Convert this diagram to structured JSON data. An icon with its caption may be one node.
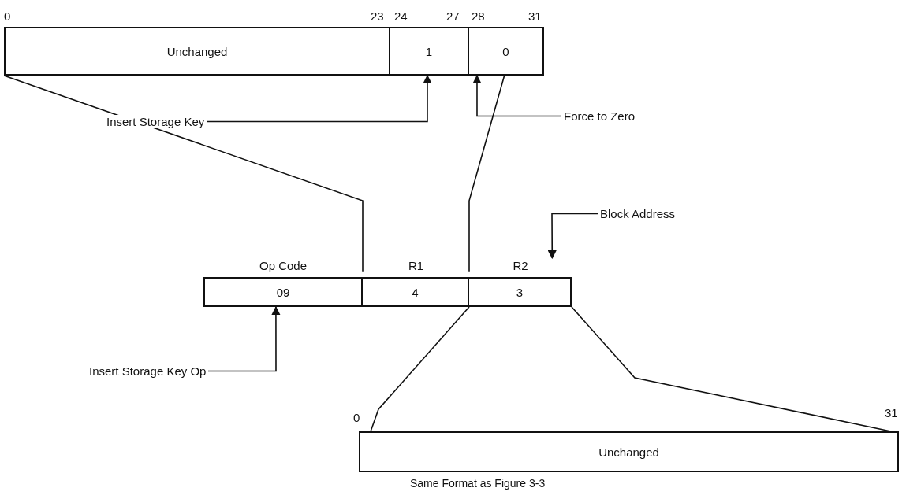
{
  "diagram": {
    "nodes": [
      {
        "text": [
          "Unchanged"
        ]
      },
      {
        "text": [
          "1"
        ]
      },
      {
        "text": [
          "0"
        ]
      },
      {
        "text": [
          "Insert Storage Key"
        ]
      },
      {
        "text": [
          "Force to Zero"
        ]
      },
      {
        "text": [
          "Block Address"
        ]
      },
      {
        "text": [
          "Op Code",
          "09"
        ]
      },
      {
        "text": [
          "R1",
          "4"
        ]
      },
      {
        "text": [
          "R2",
          "3"
        ]
      },
      {
        "text": [
          "Insert Storage Key Op"
        ]
      },
      {
        "text": [
          "Unchanged"
        ],
        "beside": [
          "Same Format as Figure 3-3"
        ]
      }
    ],
    "edges": [
      {
        "from": 3,
        "to": 1,
        "arrow": "to"
      },
      {
        "from": 4,
        "to": 2,
        "arrow": "to"
      },
      {
        "from": 5,
        "to": 8,
        "arrow": "to"
      },
      {
        "from": 9,
        "to": 6,
        "arrow": "to"
      },
      {
        "from": 7,
        "to": 0,
        "arrow": "none"
      },
      {
        "from": 7,
        "to": 2,
        "arrow": "none"
      },
      {
        "from": 8,
        "to": 10,
        "arrow": "none"
      },
      {
        "from": 8,
        "to": 10,
        "arrow": "none"
      }
    ],
    "labels": [
      "0",
      "23",
      "24",
      "27",
      "28",
      "31",
      "0",
      "31"
    ]
  }
}
